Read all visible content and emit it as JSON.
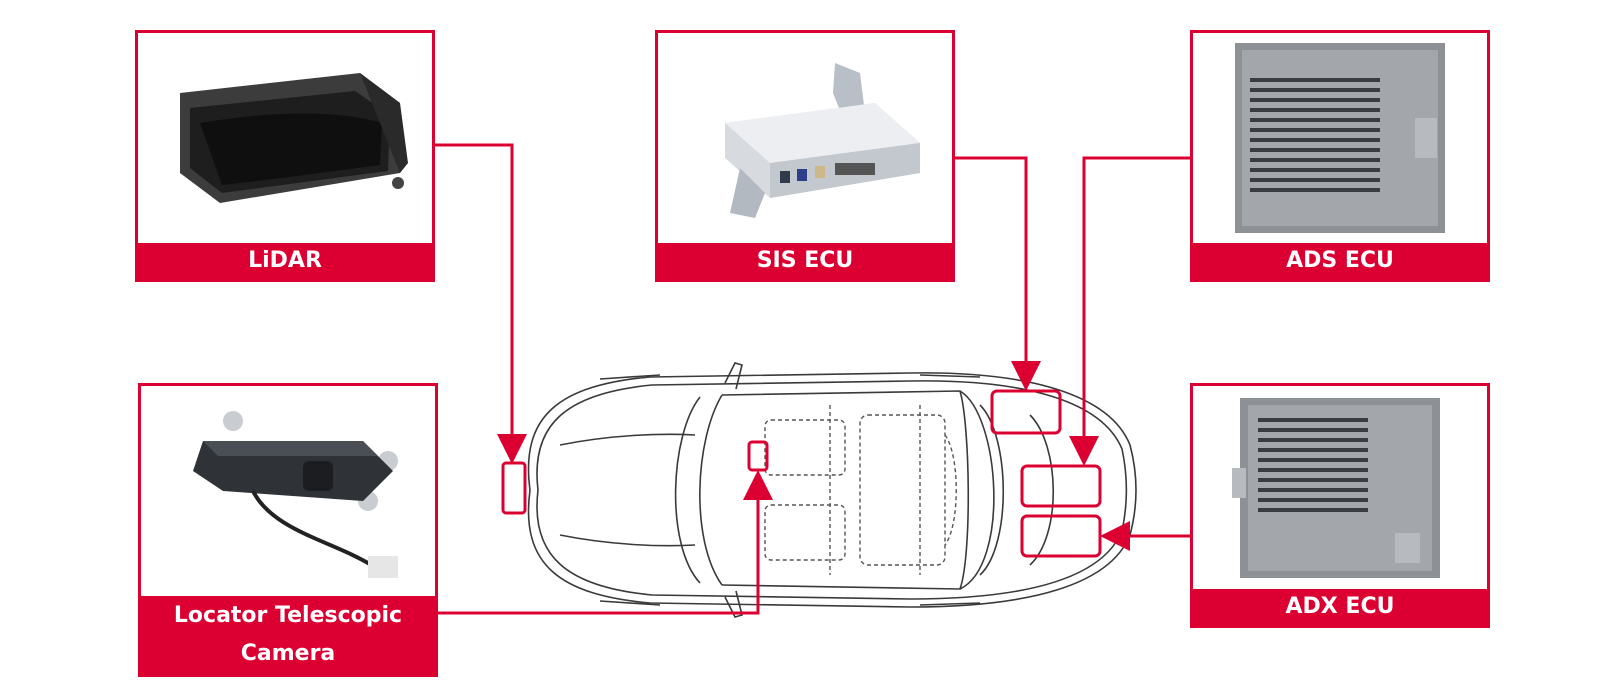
{
  "components": {
    "lidar": {
      "label": "LiDAR",
      "icon": "lidar-sensor-icon"
    },
    "sis_ecu": {
      "label": "SIS ECU",
      "icon": "sis-ecu-module-icon"
    },
    "ads_ecu": {
      "label": "ADS ECU",
      "icon": "ads-ecu-module-icon"
    },
    "adx_ecu": {
      "label": "ADX ECU",
      "icon": "adx-ecu-module-icon"
    },
    "locator_camera": {
      "label": "Locator Telescopic Camera",
      "icon": "telescopic-camera-icon"
    }
  },
  "colors": {
    "accent": "#dc0032",
    "car_outline": "#3a3a3a"
  }
}
